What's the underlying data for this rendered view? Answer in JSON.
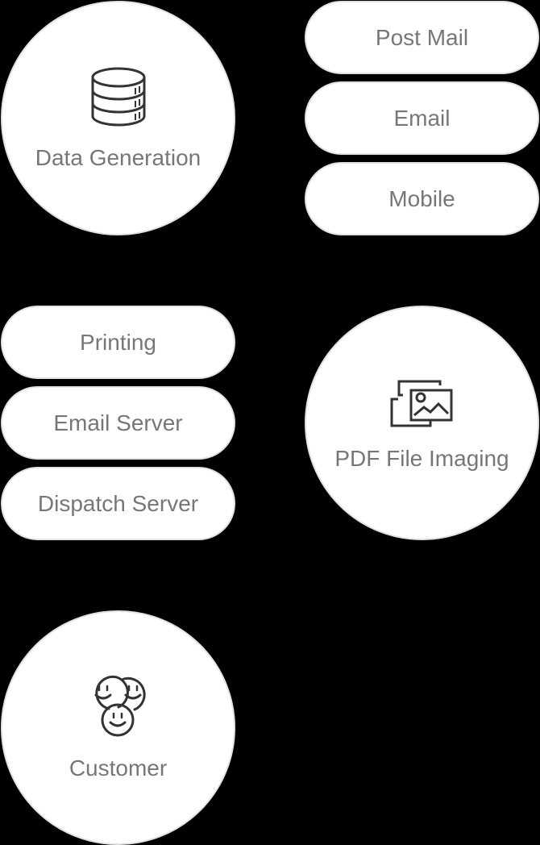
{
  "diagram": {
    "background": "#000000",
    "node_fill": "#ffffff",
    "node_border": "#e3e3e3",
    "text_color": "#777777",
    "icon_color": "#333333",
    "nodes": {
      "data_generation": {
        "label": "Data Generation",
        "shape": "circle",
        "icon": "database-icon"
      },
      "post_mail": {
        "label": "Post Mail",
        "shape": "pill"
      },
      "email": {
        "label": "Email",
        "shape": "pill"
      },
      "mobile": {
        "label": "Mobile",
        "shape": "pill"
      },
      "printing": {
        "label": "Printing",
        "shape": "pill"
      },
      "email_server": {
        "label": "Email Server",
        "shape": "pill"
      },
      "dispatch_server": {
        "label": "Dispatch Server",
        "shape": "pill"
      },
      "pdf_file_imaging": {
        "label": "PDF File Imaging",
        "shape": "circle",
        "icon": "images-icon"
      },
      "customer": {
        "label": "Customer",
        "shape": "circle",
        "icon": "customers-smiley-icon"
      }
    }
  }
}
